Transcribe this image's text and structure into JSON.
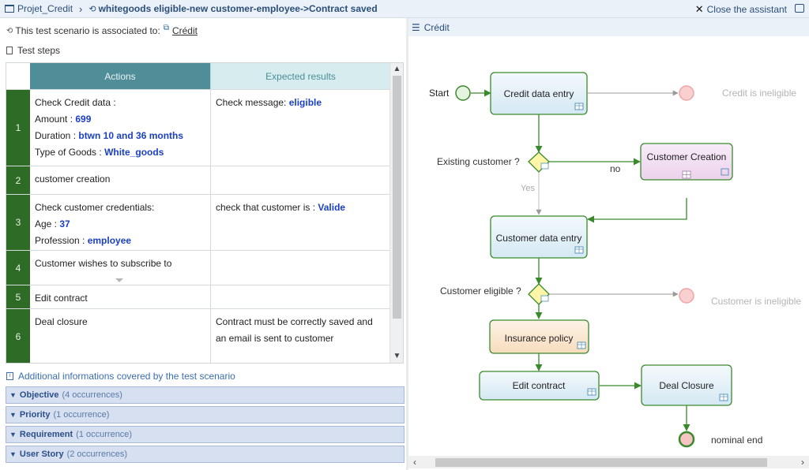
{
  "breadcrumb": {
    "project": "Projet_Credit",
    "scenario": "whitegoods eligible-new customer-employee->Contract saved"
  },
  "close_assistant": "Close the assistant",
  "association": {
    "text": "This test scenario is associated to:",
    "link": "Crédit"
  },
  "test_steps_title": "Test steps",
  "table": {
    "headers": {
      "actions": "Actions",
      "expected": "Expected results"
    },
    "rows": [
      {
        "num": "1",
        "action_lines": [
          {
            "label": "Check Credit data :",
            "value": ""
          },
          {
            "label": "Amount : ",
            "value": "699"
          },
          {
            "label": "Duration : ",
            "value": "btwn 10 and 36 months"
          },
          {
            "label": "Type of Goods : ",
            "value": "White_goods"
          }
        ],
        "expected": {
          "label": "Check message: ",
          "value": "eligible"
        }
      },
      {
        "num": "2",
        "action": "customer creation",
        "expected": ""
      },
      {
        "num": "3",
        "action_lines": [
          {
            "label": "Check customer credentials:",
            "value": ""
          },
          {
            "label": "Age : ",
            "value": "37"
          },
          {
            "label": "Profession : ",
            "value": "employee"
          }
        ],
        "expected": {
          "label": "check that customer is : ",
          "value": "Valide"
        }
      },
      {
        "num": "4",
        "action": "Customer wishes to subscribe to",
        "expected": ""
      },
      {
        "num": "5",
        "action": "Edit contract",
        "expected": ""
      },
      {
        "num": "6",
        "action": "Deal closure",
        "expected": "Contract must be correctly saved and an email is sent to customer"
      }
    ]
  },
  "additional_info": "Additional informations covered by the test scenario",
  "accordions": [
    {
      "label": "Objective",
      "count": "(4 occurrences)"
    },
    {
      "label": "Priority",
      "count": "(1 occurrence)"
    },
    {
      "label": "Requirement",
      "count": "(1 occurrence)"
    },
    {
      "label": "User Story",
      "count": "(2 occurrences)"
    }
  ],
  "diagram": {
    "title": "Crédit",
    "labels": {
      "start": "Start",
      "credit_ineligible": "Credit is ineligible",
      "existing_customer": "Existing customer ?",
      "no": "no",
      "yes": "Yes",
      "customer_eligible": "Customer eligible ?",
      "customer_ineligible": "Customer is ineligible",
      "nominal_end": "nominal end"
    },
    "tasks": {
      "credit_data_entry": "Credit data entry",
      "customer_creation": "Customer Creation",
      "customer_data_entry": "Customer data entry",
      "insurance_policy": "Insurance policy",
      "edit_contract": "Edit contract",
      "deal_closure": "Deal Closure"
    },
    "colors": {
      "flow": "#3a8a2c",
      "task_fill": "#dfeef7",
      "task_border": "#3a8a2c",
      "subprocess_fill": "#f3dff3",
      "subprocess_border": "#3a8a2c",
      "insurance_fill": "#fbe6cf",
      "gateway_fill": "#fdf6a8",
      "end_error": "#f4b7b7"
    }
  }
}
